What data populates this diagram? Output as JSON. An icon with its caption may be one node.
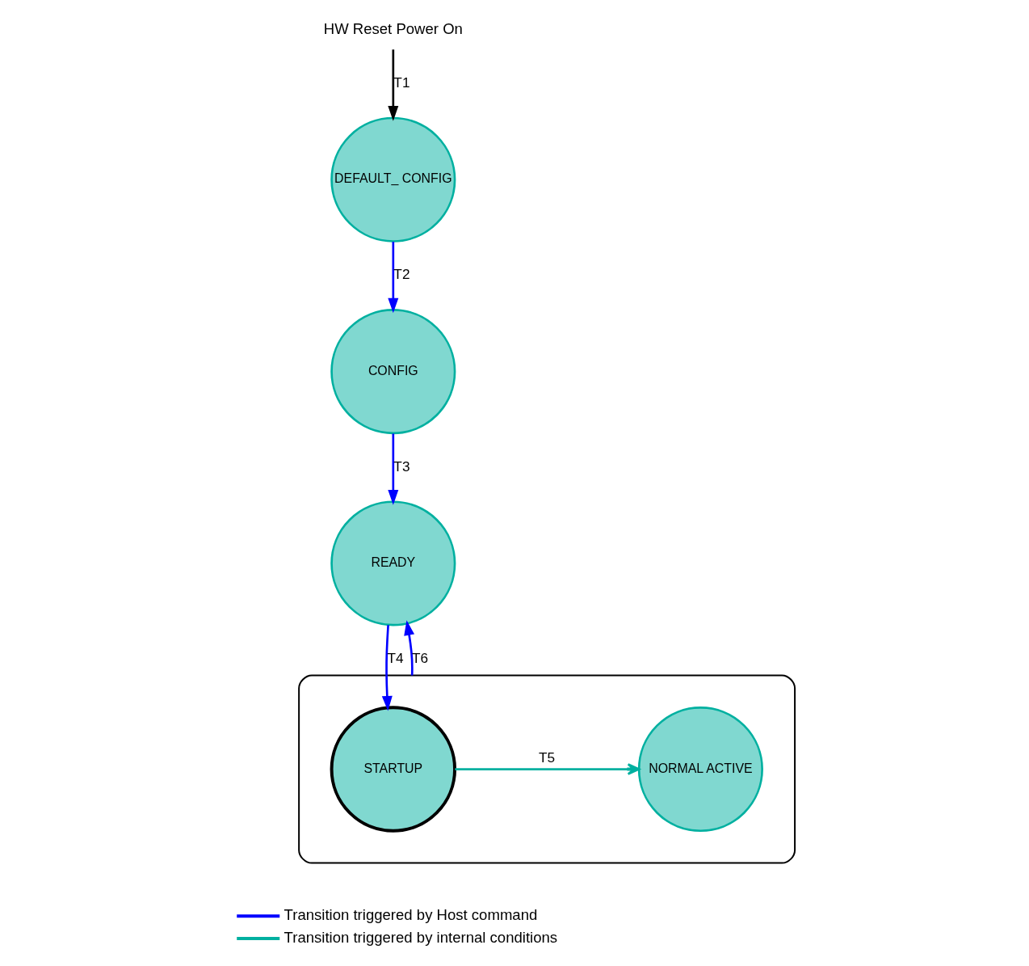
{
  "diagram": {
    "nodes": [
      {
        "text": [
          "HW Reset Power On"
        ]
      },
      {
        "text": [
          "DEFAULT_ CONFIG"
        ]
      },
      {
        "text": [
          "CONFIG"
        ]
      },
      {
        "text": [
          "READY"
        ]
      },
      {
        "text": [],
        "shape": "box"
      },
      {
        "text": [
          "STARTUP"
        ],
        "in": 4
      },
      {
        "text": [
          "NORMAL ACTIVE"
        ],
        "in": 4
      }
    ],
    "edges": [
      {
        "from": 0,
        "to": 1,
        "arrow": "to",
        "label": "T1",
        "color": "#000000"
      },
      {
        "from": 1,
        "to": 2,
        "arrow": "to",
        "label": "T2"
      },
      {
        "from": 2,
        "to": 3,
        "arrow": "to",
        "label": "T3"
      },
      {
        "from": 3,
        "to": 5,
        "arrow": "to",
        "label": "T4"
      },
      {
        "from": 5,
        "to": 6,
        "arrow": "to",
        "label": "T5",
        "color": "#00b0a0"
      },
      {
        "from": 4,
        "to": 3,
        "arrow": "to",
        "label": "T6"
      }
    ],
    "legend": [
      {
        "text": "Transition triggered by Host command"
      },
      {
        "text": "Transition triggered by internal conditions"
      }
    ]
  }
}
